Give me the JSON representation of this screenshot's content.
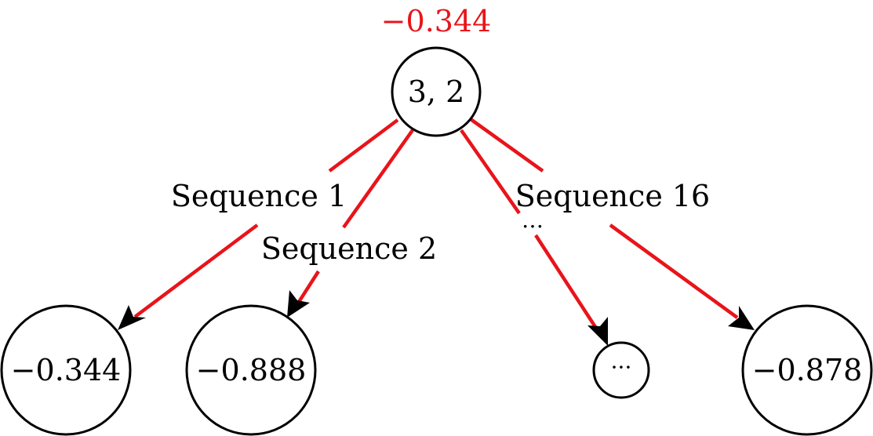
{
  "diagram": {
    "root": {
      "label": "3, 2",
      "value": "−0.344"
    },
    "edges": [
      {
        "label": "Sequence 1"
      },
      {
        "label": "Sequence 2"
      },
      {
        "label": "…"
      },
      {
        "label": "Sequence 16"
      }
    ],
    "children": [
      {
        "label": "−0.344"
      },
      {
        "label": "−0.888"
      },
      {
        "label": "···"
      },
      {
        "label": "−0.878"
      }
    ]
  },
  "colors": {
    "edge": "#e8141a",
    "root_value": "#e8141a",
    "node_stroke": "#000000"
  }
}
